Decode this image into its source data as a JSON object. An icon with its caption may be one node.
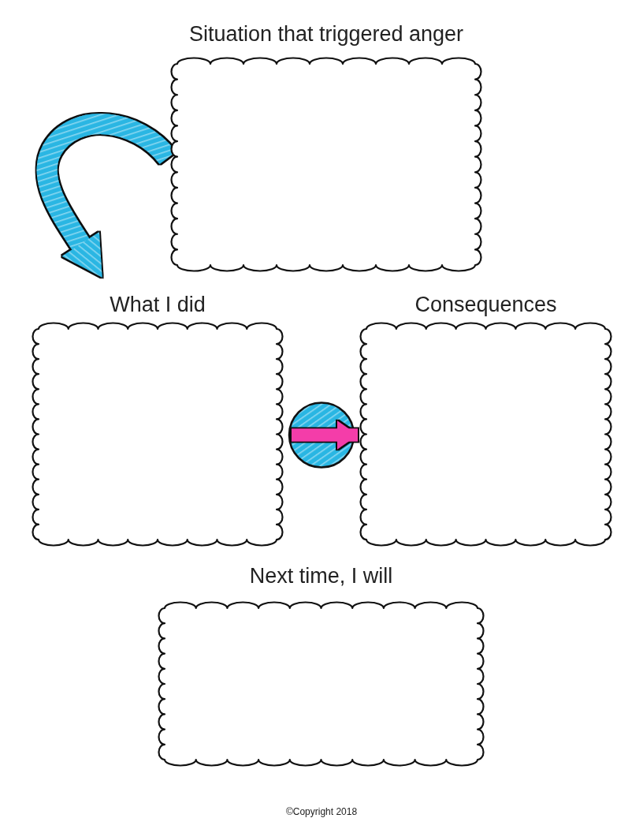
{
  "diagram": {
    "nodes": [
      {
        "text": [
          "Situation that triggered anger"
        ]
      },
      {
        "text": [
          "What I did"
        ]
      },
      {
        "text": [
          "Consequences"
        ]
      },
      {
        "text": [
          "Next time, I will"
        ]
      }
    ],
    "edges": [
      {
        "from": 0,
        "to": 1,
        "arrow": "to",
        "color": "#29b6e3"
      },
      {
        "from": 1,
        "to": 2,
        "arrow": "to",
        "color": "#f43ea9"
      }
    ],
    "labels": [
      "©Copyright 2018"
    ]
  }
}
